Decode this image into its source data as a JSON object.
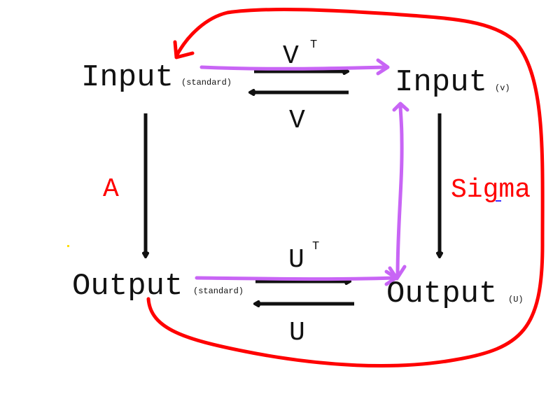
{
  "nodes": {
    "input_standard": {
      "label": "Input",
      "subscript": "(standard)"
    },
    "input_v": {
      "label": "Input",
      "subscript": "(v)"
    },
    "output_standard": {
      "label": "Output",
      "subscript": "(standard)"
    },
    "output_u": {
      "label": "Output",
      "subscript": "(U)"
    }
  },
  "maps": {
    "v_transpose": {
      "base": "V",
      "sup": "T"
    },
    "v": {
      "base": "V"
    },
    "u_transpose": {
      "base": "U",
      "sup": "T"
    },
    "u": {
      "base": "U"
    },
    "a": {
      "label": "A"
    },
    "sigma": {
      "label": "Sigma"
    }
  },
  "colors": {
    "black": "#111111",
    "red": "#ff0000",
    "purple": "#c865f5"
  }
}
